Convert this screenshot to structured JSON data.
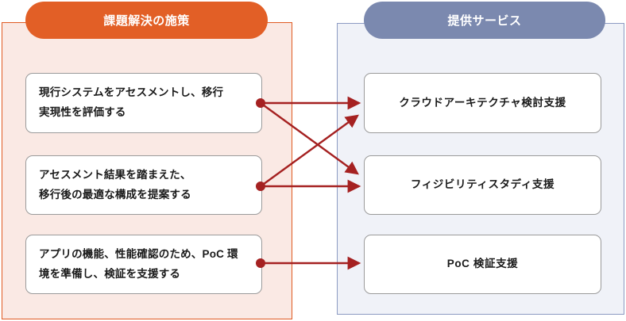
{
  "diagram": {
    "title_left": "課題解決の施策",
    "title_right": "提供サービス",
    "colors": {
      "left_accent": "#e25f26",
      "left_panel_fill": "#fae9e4",
      "left_panel_border": "#e05a22",
      "right_accent": "#7b89af",
      "right_panel_fill": "#f0f2f8",
      "right_panel_border": "#8c9ac2",
      "connector": "#a52121",
      "box_fill": "#ffffff",
      "box_border": "#9a9a9a",
      "box_text": "#1a1a1a"
    }
  },
  "left_panel": {
    "header": "課題解決の施策",
    "items": [
      {
        "id": "measure-assessment",
        "line1": "現行システムをアセスメントし、移行",
        "line2": "実現性を評価する"
      },
      {
        "id": "measure-optimal-design",
        "line1": "アセスメント結果を踏まえた、",
        "line2": "移行後の最適な構成を提案する"
      },
      {
        "id": "measure-poc",
        "line1": "アプリの機能、性能確認のため、PoC 環",
        "line2": "境を準備し、検証を支援する"
      }
    ]
  },
  "right_panel": {
    "header": "提供サービス",
    "items": [
      {
        "id": "service-cloud-architecture",
        "label": "クラウドアーキテクチャ検討支援"
      },
      {
        "id": "service-feasibility-study",
        "label": "フィジビリティスタディ支援"
      },
      {
        "id": "service-poc",
        "label": "PoC 検証支援"
      }
    ]
  },
  "connections": [
    {
      "from": "measure-assessment",
      "to": "service-cloud-architecture",
      "style": "straight"
    },
    {
      "from": "measure-assessment",
      "to": "service-feasibility-study",
      "style": "diagonal"
    },
    {
      "from": "measure-optimal-design",
      "to": "service-cloud-architecture",
      "style": "diagonal"
    },
    {
      "from": "measure-optimal-design",
      "to": "service-feasibility-study",
      "style": "straight"
    },
    {
      "from": "measure-poc",
      "to": "service-poc",
      "style": "straight"
    }
  ]
}
